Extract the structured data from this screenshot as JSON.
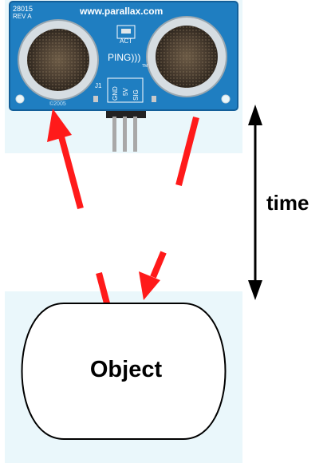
{
  "sensor": {
    "part_number": "28015",
    "revision": "REV A",
    "website": "www.parallax.com",
    "act_label": "ACT",
    "logo": "PING)))",
    "logo_tm": "TM",
    "header_label": "J1",
    "pins": [
      "GND",
      "5V",
      "SIG"
    ],
    "copyright": "©2005"
  },
  "diagram": {
    "time_label": "time",
    "object_label": "Object"
  },
  "colors": {
    "board": "#1f7ec1",
    "board_edge": "#135f99",
    "arrows": "#ff1a1a",
    "time_arrow": "#000000",
    "panel": "#eaf7fb",
    "object_fill": "#ffffff",
    "object_stroke": "#000000"
  }
}
